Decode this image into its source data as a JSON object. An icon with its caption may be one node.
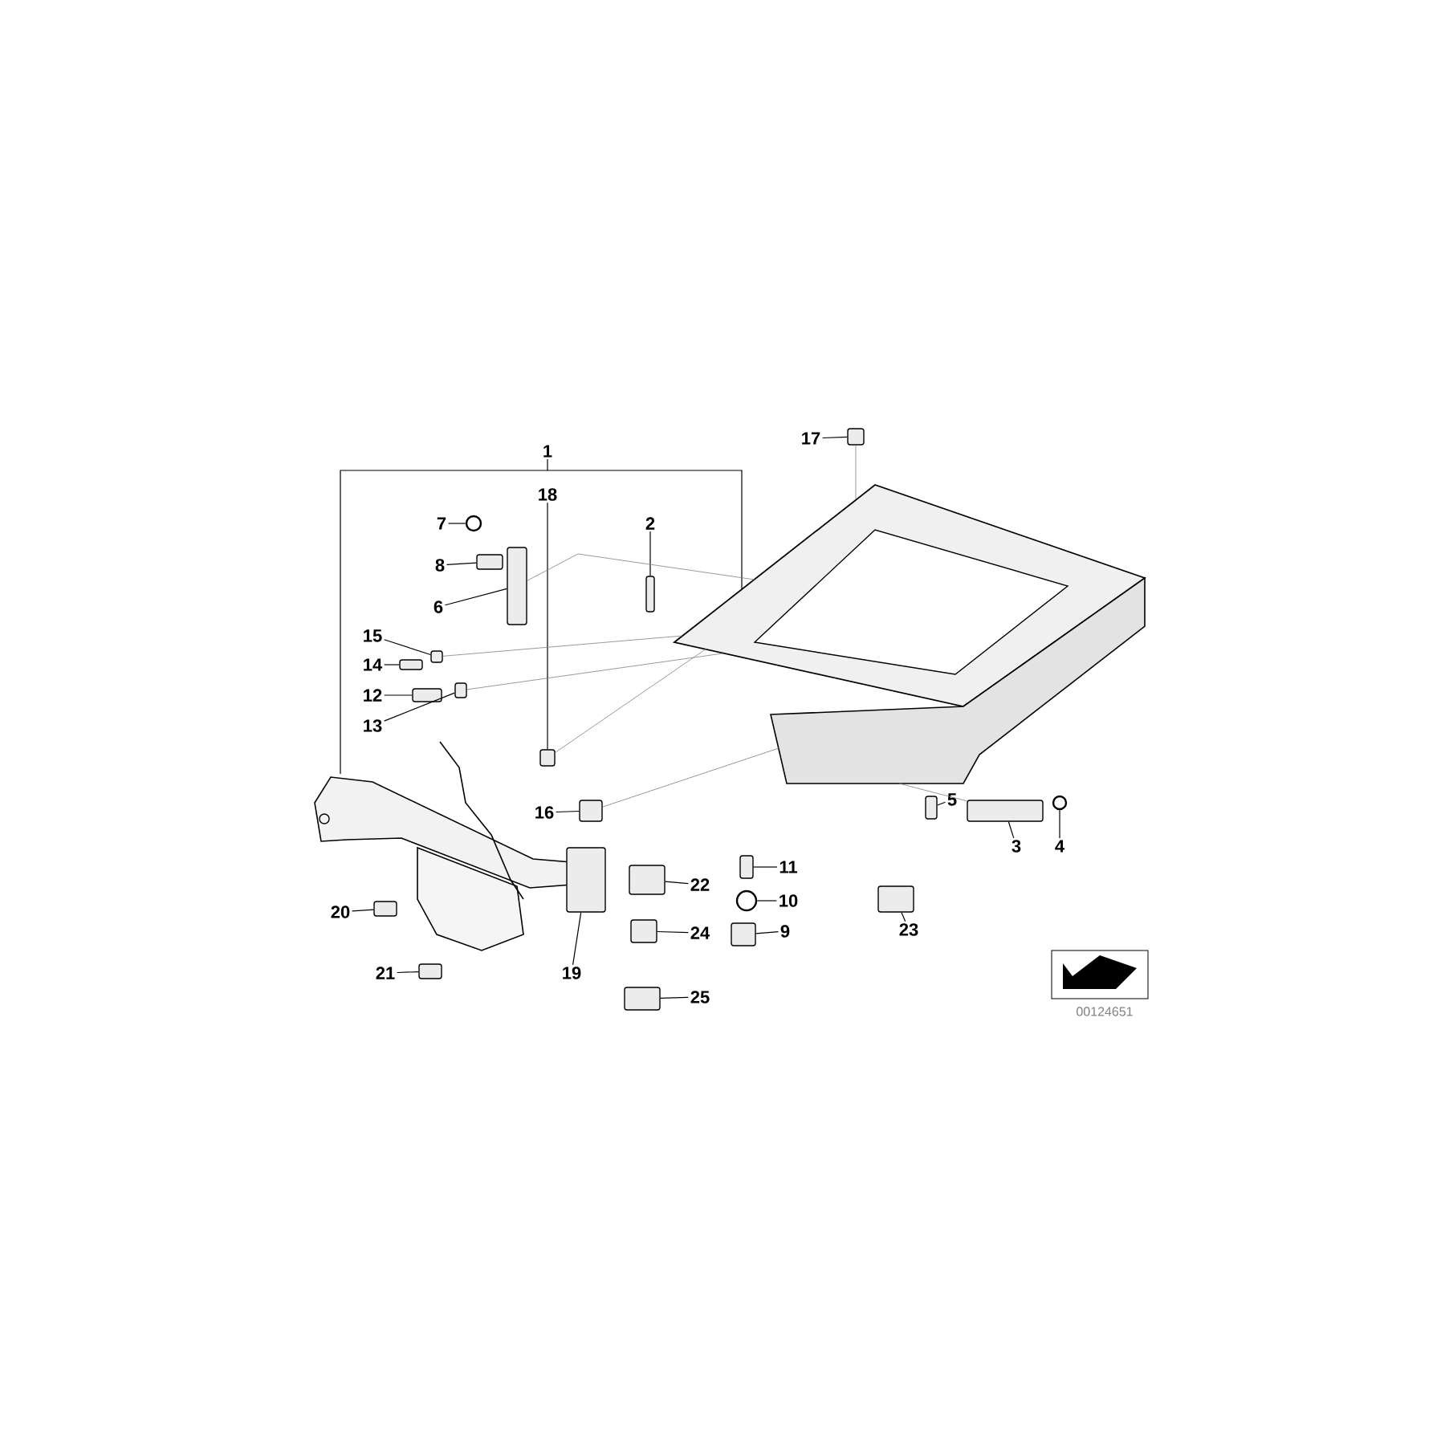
{
  "diagram": {
    "nodes": [
      {
        "text": [
          "17"
        ]
      },
      {
        "text": [
          "1"
        ]
      },
      {
        "text": [
          "18"
        ]
      },
      {
        "text": [
          "2"
        ]
      },
      {
        "text": [
          "7"
        ]
      },
      {
        "text": [
          "8"
        ]
      },
      {
        "text": [
          "6"
        ]
      },
      {
        "text": [
          "15"
        ]
      },
      {
        "text": [
          "14"
        ]
      },
      {
        "text": [
          "12"
        ]
      },
      {
        "text": [
          "13"
        ]
      },
      {
        "text": [
          "16"
        ]
      },
      {
        "text": [
          "5"
        ]
      },
      {
        "text": [
          "3"
        ]
      },
      {
        "text": [
          "4"
        ]
      },
      {
        "text": [
          "11"
        ]
      },
      {
        "text": [
          "22"
        ]
      },
      {
        "text": [
          "10"
        ]
      },
      {
        "text": [
          "23"
        ]
      },
      {
        "text": [
          "20"
        ]
      },
      {
        "text": [
          "24"
        ]
      },
      {
        "text": [
          "9"
        ]
      },
      {
        "text": [
          "19"
        ]
      },
      {
        "text": [
          "21"
        ]
      },
      {
        "text": [
          "25"
        ]
      },
      {
        "text": [],
        "shape": "box"
      },
      {
        "text": [],
        "shape": "picture"
      },
      {
        "text": [],
        "shape": "box"
      },
      {
        "text": [],
        "shape": "box"
      },
      {
        "text": [],
        "shape": "circle"
      },
      {
        "text": [],
        "shape": "box"
      },
      {
        "text": [],
        "shape": "box"
      },
      {
        "text": [],
        "shape": "box"
      },
      {
        "text": [],
        "shape": "box"
      },
      {
        "text": [],
        "shape": "box"
      },
      {
        "text": [],
        "shape": "box"
      },
      {
        "text": [],
        "shape": "box"
      },
      {
        "text": [],
        "shape": "box"
      },
      {
        "text": [],
        "shape": "box"
      },
      {
        "text": [],
        "shape": "circle"
      },
      {
        "text": [],
        "shape": "box"
      },
      {
        "text": [],
        "shape": "box"
      },
      {
        "text": [],
        "shape": "circle"
      },
      {
        "text": [],
        "shape": "box"
      },
      {
        "text": [],
        "shape": "box"
      },
      {
        "text": [],
        "shape": "box"
      },
      {
        "text": [],
        "shape": "box"
      },
      {
        "text": [],
        "shape": "box"
      },
      {
        "text": [],
        "shape": "box"
      },
      {
        "text": [],
        "shape": "box"
      }
    ],
    "edges": [
      {
        "from": 0,
        "to": 25,
        "arrow": "none"
      },
      {
        "from": 1,
        "to": 26,
        "arrow": "none"
      },
      {
        "from": 2,
        "to": 27,
        "arrow": "none"
      },
      {
        "from": 3,
        "to": 28,
        "arrow": "none"
      },
      {
        "from": 4,
        "to": 29,
        "arrow": "none"
      },
      {
        "from": 5,
        "to": 30,
        "arrow": "none"
      },
      {
        "from": 6,
        "to": 31,
        "arrow": "none"
      },
      {
        "from": 7,
        "to": 32,
        "arrow": "none"
      },
      {
        "from": 8,
        "to": 33,
        "arrow": "none"
      },
      {
        "from": 9,
        "to": 34,
        "arrow": "none"
      },
      {
        "from": 10,
        "to": 35,
        "arrow": "none"
      },
      {
        "from": 11,
        "to": 36,
        "arrow": "none"
      },
      {
        "from": 12,
        "to": 37,
        "arrow": "none"
      },
      {
        "from": 13,
        "to": 38,
        "arrow": "none"
      },
      {
        "from": 14,
        "to": 39,
        "arrow": "none"
      },
      {
        "from": 15,
        "to": 40,
        "arrow": "none"
      },
      {
        "from": 16,
        "to": 41,
        "arrow": "none"
      },
      {
        "from": 17,
        "to": 42,
        "arrow": "none"
      },
      {
        "from": 18,
        "to": 43,
        "arrow": "none"
      },
      {
        "from": 19,
        "to": 44,
        "arrow": "none"
      },
      {
        "from": 20,
        "to": 45,
        "arrow": "none"
      },
      {
        "from": 21,
        "to": 46,
        "arrow": "none"
      },
      {
        "from": 22,
        "to": 47,
        "arrow": "none"
      },
      {
        "from": 23,
        "to": 48,
        "arrow": "none"
      },
      {
        "from": 24,
        "to": 49,
        "arrow": "none"
      },
      {
        "from": 25,
        "to": 26,
        "arrow": "none",
        "color": "#808080"
      },
      {
        "from": 27,
        "to": 26,
        "arrow": "none",
        "color": "#808080"
      },
      {
        "from": 31,
        "to": 26,
        "arrow": "none",
        "color": "#808080"
      },
      {
        "from": 32,
        "to": 26,
        "arrow": "none",
        "color": "#808080"
      },
      {
        "from": 35,
        "to": 26,
        "arrow": "none",
        "color": "#808080"
      },
      {
        "from": 36,
        "to": 26,
        "arrow": "none",
        "color": "#808080"
      },
      {
        "from": 38,
        "to": 26,
        "arrow": "none",
        "color": "#808080"
      }
    ],
    "labels": [
      "00124651"
    ]
  }
}
